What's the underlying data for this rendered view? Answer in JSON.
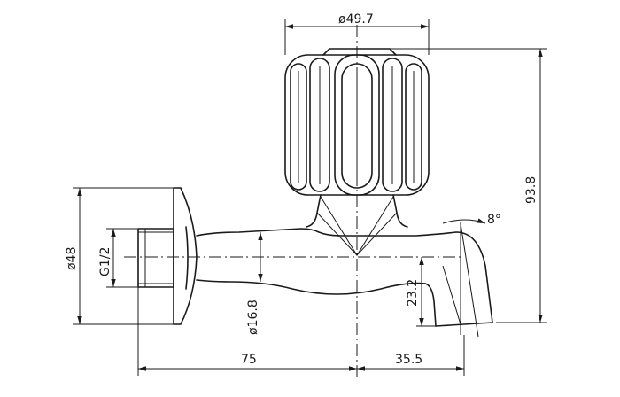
{
  "dimensions": {
    "knob_diameter": "ø49.7",
    "total_height": "93.8",
    "angle": "8°",
    "flange_diameter": "ø48",
    "thread": "G1/2",
    "body_diameter": "ø16.8",
    "spout_height": "23.2",
    "length_main": "75",
    "length_spout": "35.5"
  }
}
